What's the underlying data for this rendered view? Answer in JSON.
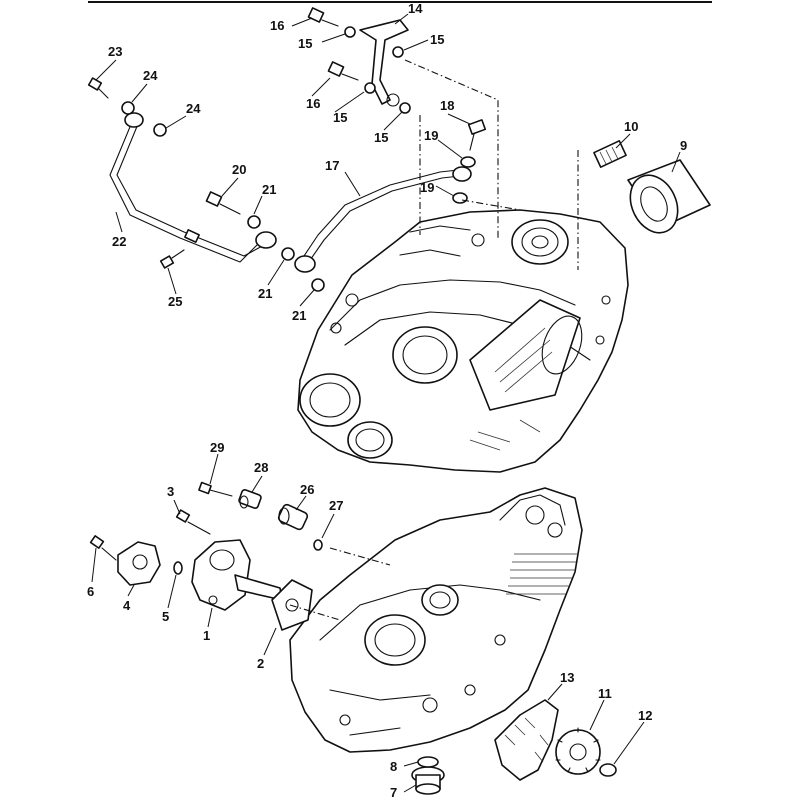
{
  "callouts": {
    "c1": "1",
    "c2": "2",
    "c3": "3",
    "c4": "4",
    "c5": "5",
    "c6": "6",
    "c7": "7",
    "c8": "8",
    "c9": "9",
    "c10": "10",
    "c11": "11",
    "c12": "12",
    "c13": "13",
    "c14": "14",
    "c15a": "15",
    "c15b": "15",
    "c15c": "15",
    "c15d": "15",
    "c16a": "16",
    "c16b": "16",
    "c17": "17",
    "c18": "18",
    "c19a": "19",
    "c19b": "19",
    "c20": "20",
    "c21a": "21",
    "c21b": "21",
    "c21c": "21",
    "c22": "22",
    "c23": "23",
    "c24a": "24",
    "c24b": "24",
    "c25": "25",
    "c26": "26",
    "c27": "27",
    "c28": "28",
    "c29": "29"
  }
}
